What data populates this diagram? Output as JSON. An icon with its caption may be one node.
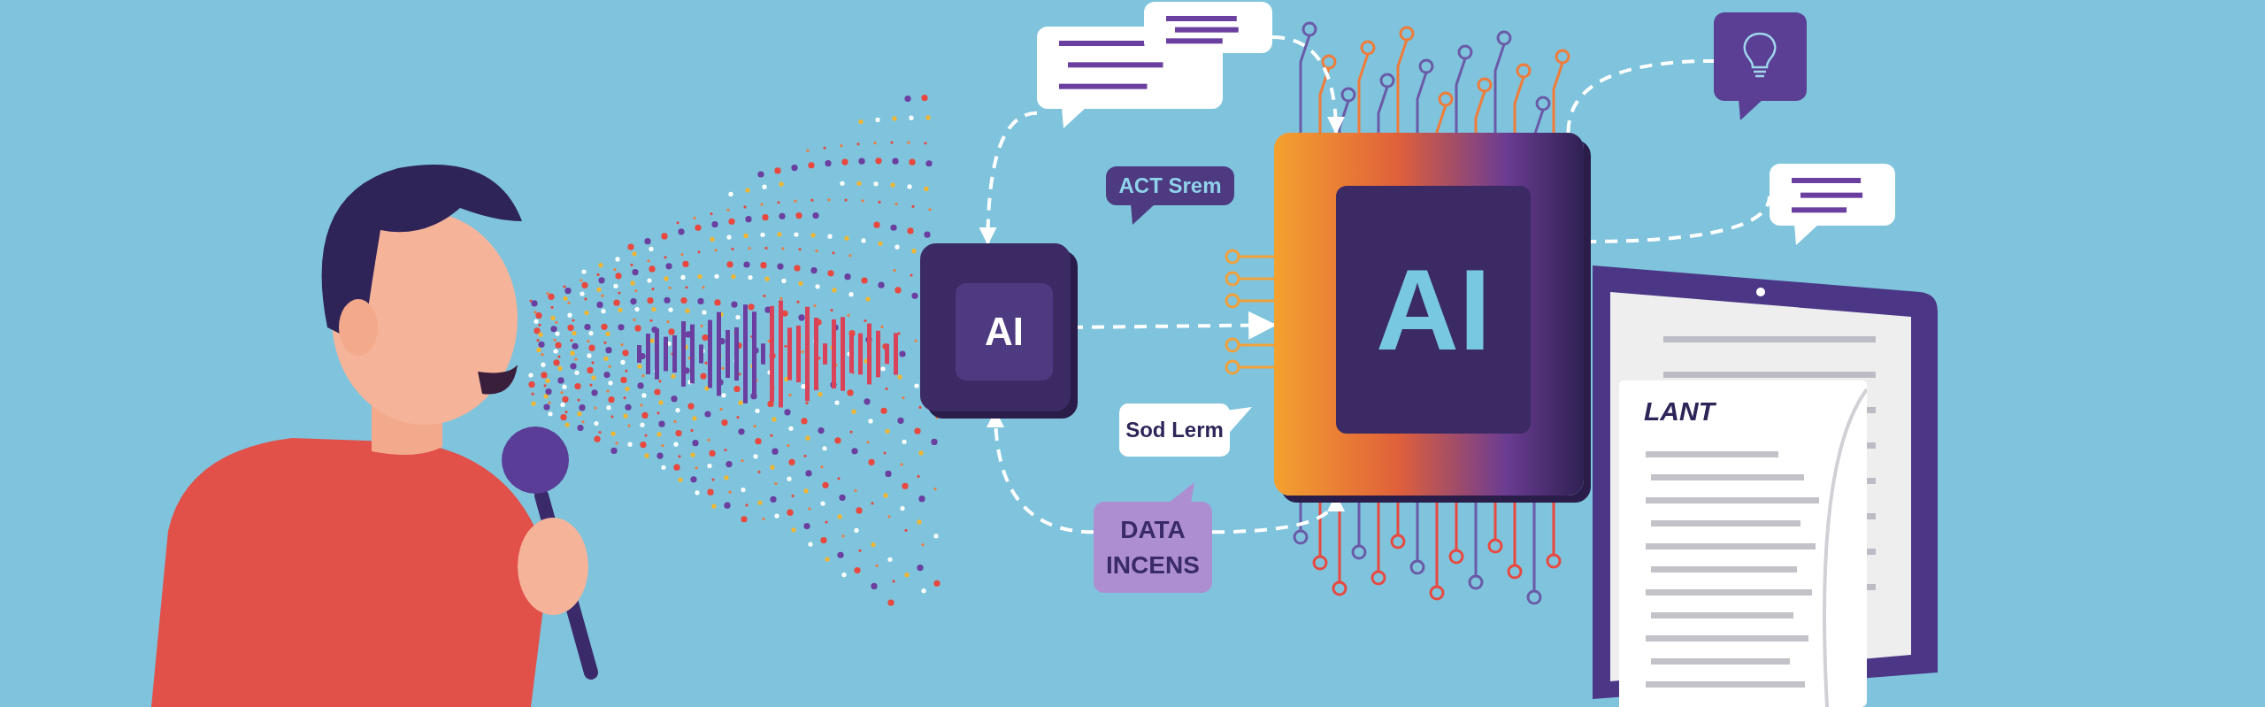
{
  "diagram": {
    "nodes": [
      {
        "text": [
          "AI"
        ]
      },
      {
        "text": [
          "AI"
        ]
      },
      {
        "text": [],
        "shape": "bubble"
      },
      {
        "text": [],
        "shape": "bubble"
      },
      {
        "text": [
          "ACT Srem"
        ]
      },
      {
        "text": [],
        "shape": "bubble"
      },
      {
        "text": [],
        "shape": "bubble"
      },
      {
        "text": [
          "Sod Lerm"
        ]
      },
      {
        "text": [
          "DATA INCENS"
        ]
      },
      {
        "text": [
          "LANT"
        ]
      }
    ],
    "edges": [
      {
        "from": 2,
        "to": 0,
        "arrow": "to",
        "style": "dashed"
      },
      {
        "from": 3,
        "to": 1,
        "arrow": "to",
        "style": "dashed"
      },
      {
        "from": 0,
        "to": 1,
        "arrow": "to",
        "style": "dashed"
      },
      {
        "from": 1,
        "to": 5,
        "arrow": "none",
        "style": "dashed"
      },
      {
        "from": 1,
        "to": 6,
        "arrow": "none",
        "style": "dashed"
      },
      {
        "from": 8,
        "to": 0,
        "arrow": "to",
        "style": "dashed"
      },
      {
        "from": 8,
        "to": 1,
        "arrow": "to",
        "style": "dashed"
      }
    ]
  }
}
